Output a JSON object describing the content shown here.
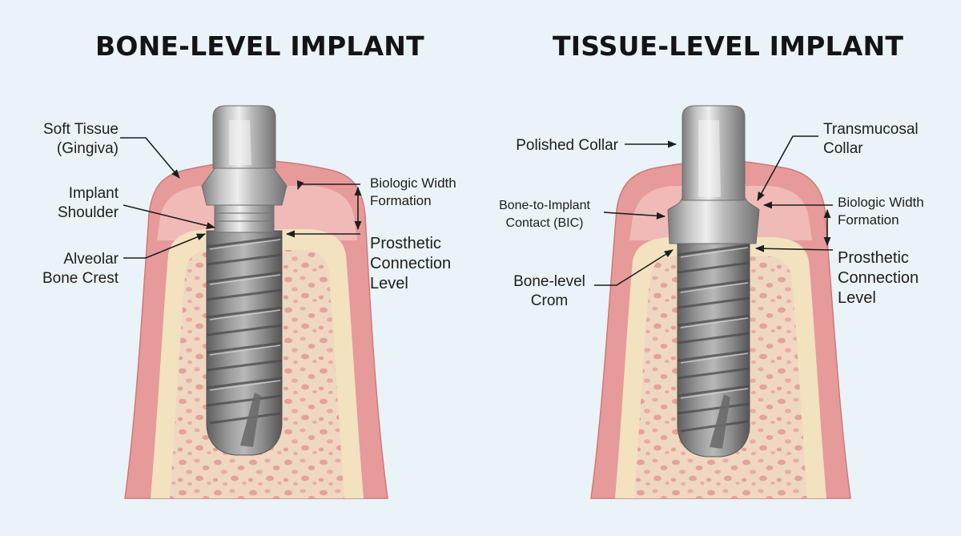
{
  "colors": {
    "background": "#eaf3f7",
    "gingiva": "#e79a9a",
    "gingiva_edge": "#cd7a7a",
    "bone_cortex": "#f2e2bf",
    "bone_spongy": "#f0d6c0",
    "bone_pores": "#e4a89e",
    "titanium_light": "#dedede",
    "titanium_dark": "#8a8a8a",
    "leader": "#1e1e1e"
  },
  "bone_level": {
    "title": "BONE-LEVEL IMPLANT",
    "labels": {
      "soft_tissue": [
        "Soft Tissue",
        "(Gingiva)"
      ],
      "implant_shoulder": [
        "Implant",
        "Shoulder"
      ],
      "alveolar_crest": [
        "Alveolar",
        "Bone Crest"
      ],
      "biologic_width": [
        "Biologic Width",
        "Formation"
      ],
      "prosthetic_connection": [
        "Prosthetic",
        "Connection",
        "Level"
      ]
    }
  },
  "tissue_level": {
    "title": "TISSUE-LEVEL IMPLANT",
    "labels": {
      "polished_collar": "Polished Collar",
      "transmucosal_collar": [
        "Transmucosal",
        "Collar"
      ],
      "bic": [
        "Bone-to-Implant",
        "Contact (BIC)"
      ],
      "bone_level_crom": [
        "Bone-level",
        "Crom"
      ],
      "biologic_width": [
        "Biologic Width",
        "Formation"
      ],
      "prosthetic_connection": [
        "Prosthetic",
        "Connection",
        "Level"
      ]
    }
  }
}
